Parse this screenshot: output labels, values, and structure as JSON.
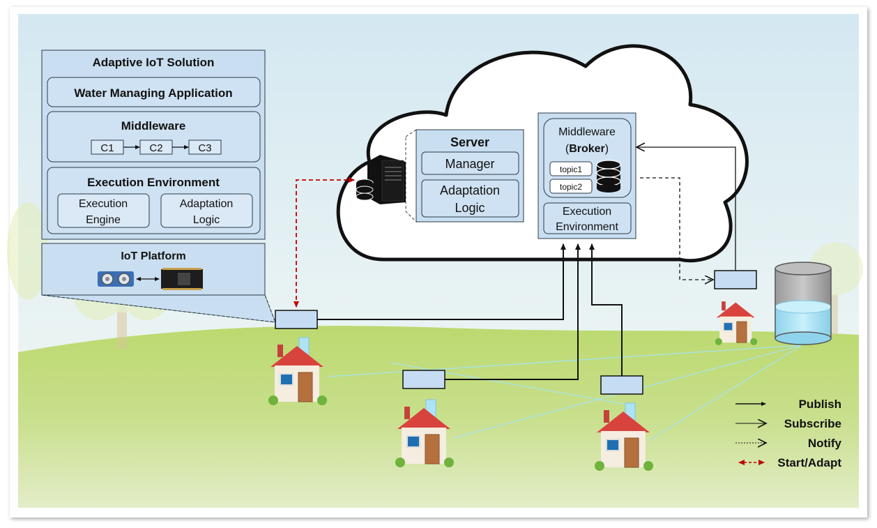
{
  "solution": {
    "title": "Adaptive IoT Solution",
    "application": "Water Managing Application",
    "middleware": {
      "title": "Middleware",
      "components": [
        "C1",
        "C2",
        "C3"
      ]
    },
    "execution_environment": {
      "title": "Execution Environment",
      "engine": [
        "Execution",
        "Engine"
      ],
      "logic": [
        "Adaptation",
        "Logic"
      ]
    }
  },
  "iot_platform": {
    "title": "IoT Platform"
  },
  "server": {
    "title": "Server",
    "manager": "Manager",
    "adaptation_logic": [
      "Adaptation",
      "Logic"
    ]
  },
  "cloud_middleware": {
    "title": "Middleware",
    "broker": "Broker",
    "broker_wrapped": "(Broker)",
    "topics": [
      "topic1",
      "topic2"
    ],
    "exec_env": [
      "Execution",
      "Environment"
    ]
  },
  "legend": {
    "items": [
      {
        "label": "Publish",
        "style": "solid-bold"
      },
      {
        "label": "Subscribe",
        "style": "solid-thin"
      },
      {
        "label": "Notify",
        "style": "dotted"
      },
      {
        "label": "Start/Adapt",
        "style": "red-dashed"
      }
    ]
  },
  "colors": {
    "panel_blue": "#c9def0",
    "box_blue": "#cfe2f3",
    "device_blue": "#c6dcf2",
    "start_adapt_red": "#c00000",
    "grass_green": "#b6d46a",
    "sky": "#cfe4f0",
    "water": "#aee3f5"
  },
  "icons": [
    "server-icon",
    "database-icon",
    "water-tank-icon",
    "house-icon",
    "ultrasonic-sensor-icon",
    "microcontroller-board-icon"
  ]
}
